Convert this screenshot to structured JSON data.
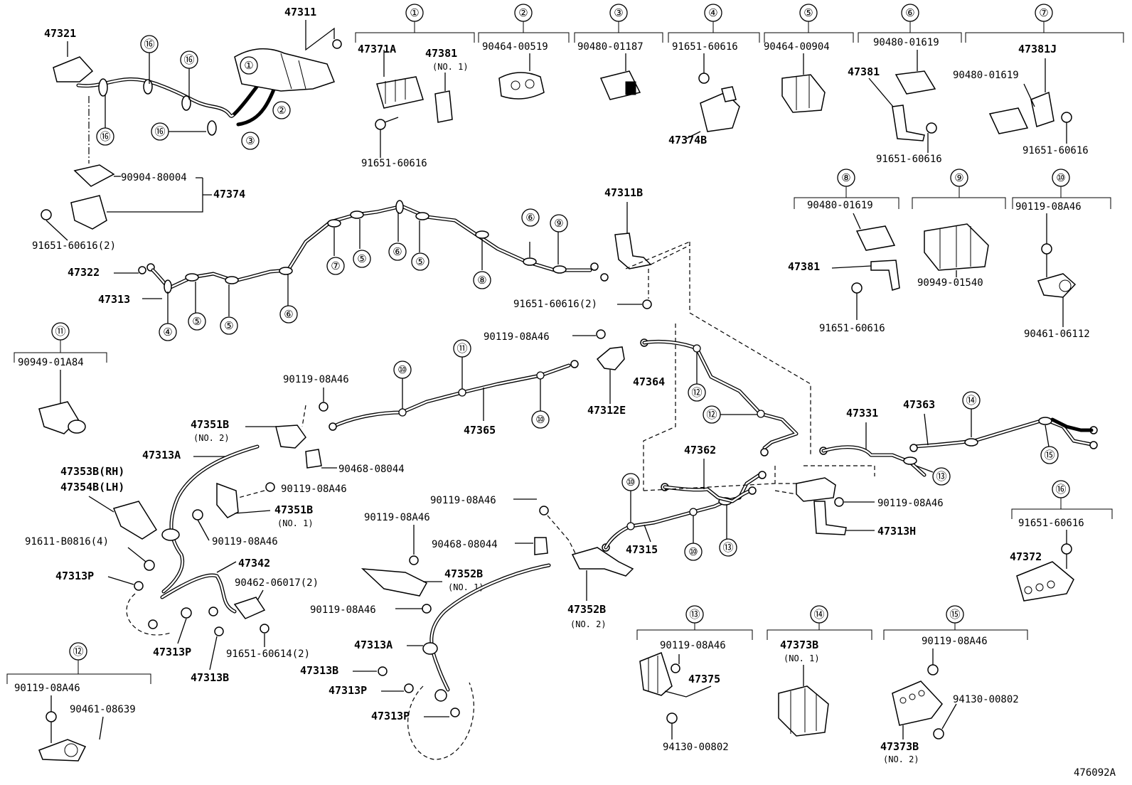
{
  "diagram_id": "476092A",
  "callouts": {
    "c1": "①",
    "c2": "②",
    "c3": "③",
    "c4": "④",
    "c5": "⑤",
    "c6": "⑥",
    "c7": "⑦",
    "c8": "⑧",
    "c9": "⑨",
    "c10": "⑩",
    "c11": "⑪",
    "c12": "⑫",
    "c13": "⑬",
    "c14": "⑭",
    "c15": "⑮",
    "c16": "⑯"
  },
  "kits": {
    "k1_a": "47371A",
    "k1_b": "47381",
    "k1_b_sub": "(NO. 1)",
    "k1_c": "91651-60616",
    "k2_a": "90464-00519",
    "k3_a": "90480-01187",
    "k4_a": "91651-60616",
    "k4_b": "47374B",
    "k5_a": "90464-00904",
    "k6_a": "90480-01619",
    "k6_b": "47381",
    "k6_c": "91651-60616",
    "k7_a": "47381J",
    "k7_b": "90480-01619",
    "k7_c": "91651-60616",
    "k8_a": "90480-01619",
    "k8_b": "47381",
    "k8_c": "91651-60616",
    "k9_a": "90949-01540",
    "k10_a": "90119-08A46",
    "k10_b": "90461-06112",
    "k11_a": "90949-01A84",
    "k12_a": "90119-08A46",
    "k12_b": "90461-08639",
    "k13_a": "90119-08A46",
    "k13_b": "47375",
    "k13_c": "94130-00802",
    "k14_a": "47373B",
    "k14_a_sub": "(NO. 1)",
    "k15_a": "90119-08A46",
    "k15_b": "94130-00802",
    "k15_c": "47373B",
    "k15_c_sub": "(NO. 2)",
    "k16_a": "91651-60616",
    "k16_b": "47372"
  },
  "parts": {
    "p47321": "47321",
    "p47311": "47311",
    "p90904": "90904-80004",
    "p47374": "47374",
    "p91651_2a": "91651-60616(2)",
    "p47322": "47322",
    "p47313": "47313",
    "p47311B": "47311B",
    "p91651_2b": "91651-60616(2)",
    "p90119_a": "90119-08A46",
    "p47364": "47364",
    "p47312E": "47312E",
    "p47365": "47365",
    "p90119_b": "90119-08A46",
    "p47351B2": "47351B",
    "p47351B2_sub": "(NO. 2)",
    "p47313A_1": "47313A",
    "p90468_a": "90468-08044",
    "p47353B": "47353B(RH)",
    "p47354B": "47354B(LH)",
    "p90119_c": "90119-08A46",
    "p47351B1": "47351B",
    "p47351B1_sub": "(NO. 1)",
    "p91611": "91611-B0816(4)",
    "p90119_d": "90119-08A46",
    "p47342": "47342",
    "p47313P_1": "47313P",
    "p90462": "90462-06017(2)",
    "p47313P_2": "47313P",
    "p47313B_1": "47313B",
    "p91651_614": "91651-60614(2)",
    "p90119_e": "90119-08A46",
    "p90119_f": "90119-08A46",
    "p90468_b": "90468-08044",
    "p47352B1": "47352B",
    "p47352B1_sub": "(NO. 1)",
    "p90119_g": "90119-08A46",
    "p47313A_2": "47313A",
    "p47313B_2": "47313B",
    "p47313P_3": "47313P",
    "p47313P_4": "47313P",
    "p47352B2": "47352B",
    "p47352B2_sub": "(NO. 2)",
    "p47362": "47362",
    "p47315": "47315",
    "p47331": "47331",
    "p47363": "47363",
    "p90119_h": "90119-08A46",
    "p47313H": "47313H"
  }
}
